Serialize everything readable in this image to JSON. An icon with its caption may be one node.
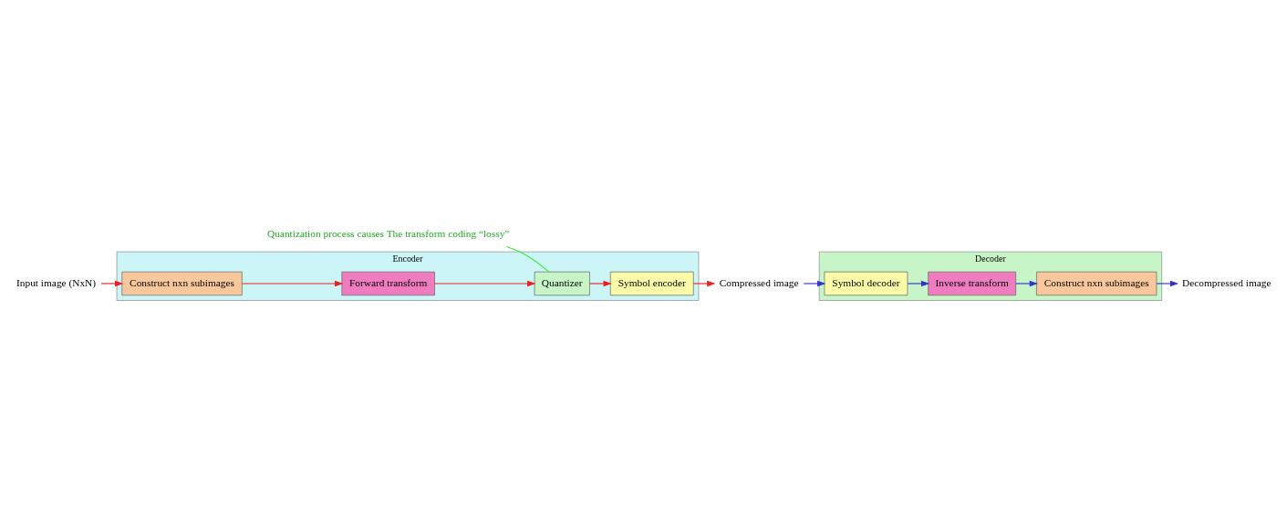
{
  "diagram": {
    "nodes": [
      {
        "text": [
          "Encoder"
        ]
      },
      {
        "text": [
          "Input image (NxN)"
        ]
      },
      {
        "text": [
          "Construct nxn subimages"
        ],
        "in": 0
      },
      {
        "text": [
          "Forward transform"
        ],
        "in": 0
      },
      {
        "text": [
          "Quantizer"
        ],
        "in": 0
      },
      {
        "text": [
          "Symbol encoder"
        ],
        "in": 0
      },
      {
        "text": [
          "Quantization process causes The transform coding “lossy”"
        ]
      },
      {
        "text": [
          "Compressed image"
        ]
      },
      {
        "text": [
          "Decoder"
        ]
      },
      {
        "text": [
          "Symbol decoder"
        ],
        "in": 8
      },
      {
        "text": [
          "Inverse transform"
        ],
        "in": 8
      },
      {
        "text": [
          "Construct nxn subimages"
        ],
        "in": 8
      },
      {
        "text": [
          "Decompressed image"
        ]
      }
    ],
    "edges": [
      {
        "from": 1,
        "to": 2,
        "arrow": "to"
      },
      {
        "from": 2,
        "to": 3,
        "arrow": "to"
      },
      {
        "from": 3,
        "to": 4,
        "arrow": "to"
      },
      {
        "from": 4,
        "to": 5,
        "arrow": "to"
      },
      {
        "from": 6,
        "to": 4,
        "arrow": "none",
        "color": "#33ee33"
      },
      {
        "from": 5,
        "to": 7,
        "arrow": "to"
      },
      {
        "from": 7,
        "to": 9,
        "arrow": "to",
        "color": "#3333cc"
      },
      {
        "from": 9,
        "to": 10,
        "arrow": "to",
        "color": "#3333cc"
      },
      {
        "from": 10,
        "to": 11,
        "arrow": "to",
        "color": "#3333cc"
      },
      {
        "from": 11,
        "to": 12,
        "arrow": "to",
        "color": "#3333cc"
      }
    ]
  }
}
